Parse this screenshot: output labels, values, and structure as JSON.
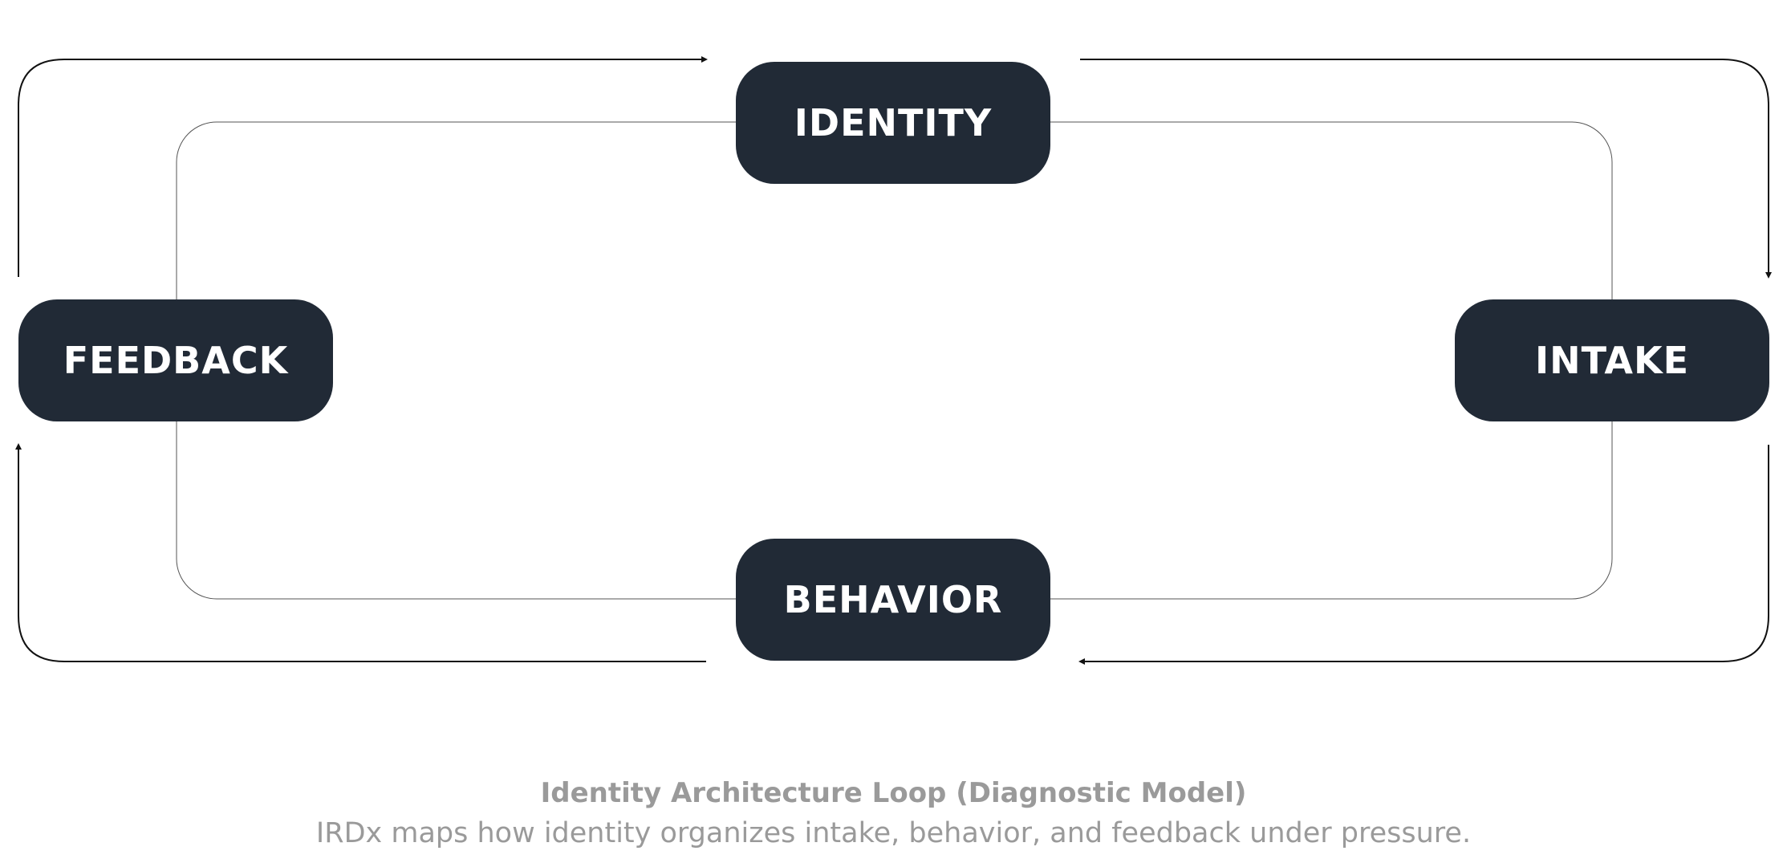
{
  "nodes": {
    "identity": "IDENTITY",
    "intake": "INTAKE",
    "behavior": "BEHAVIOR",
    "feedback": "FEEDBACK"
  },
  "caption": {
    "title": "Identity Architecture Loop (Diagnostic Model)",
    "subtitle": "IRDx maps how identity organizes intake, behavior, and feedback under pressure."
  },
  "colors": {
    "node_fill": "#212a36",
    "node_text": "#ffffff",
    "caption": "#9a9a9a",
    "line": "#111111"
  }
}
